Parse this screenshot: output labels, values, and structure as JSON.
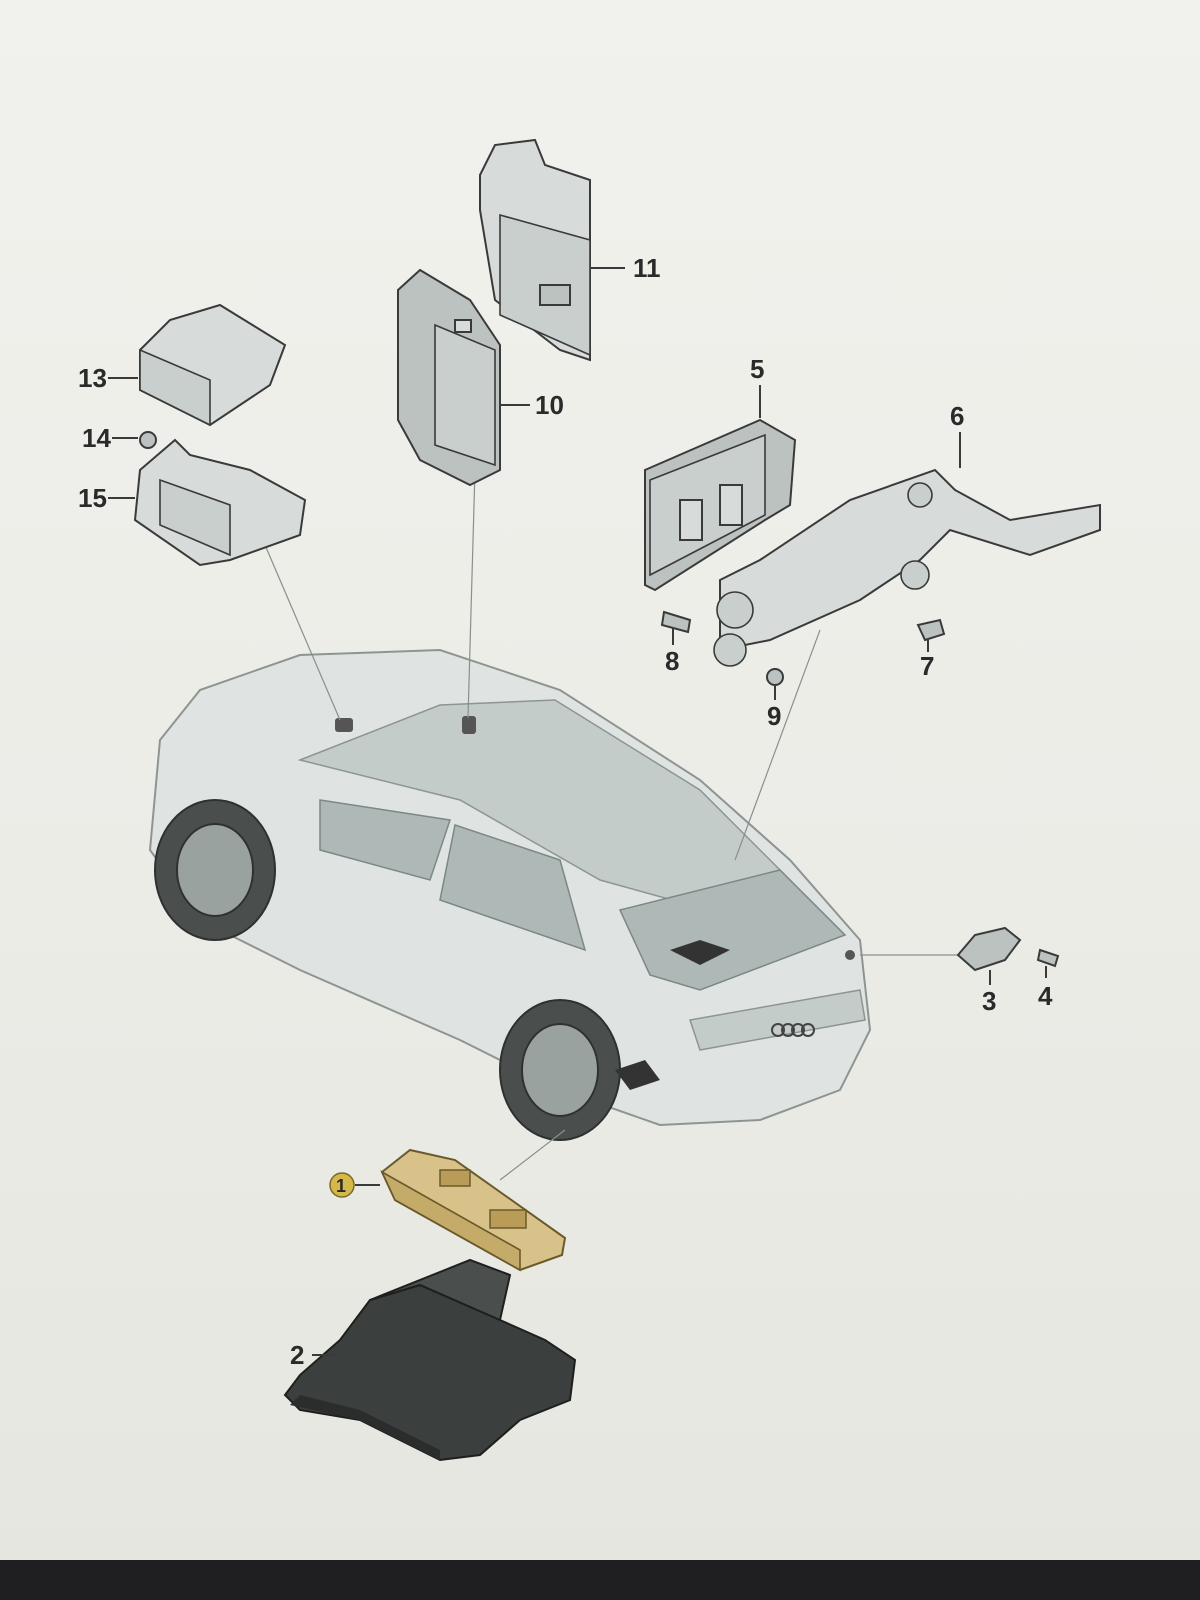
{
  "diagram": {
    "callouts": [
      "1",
      "2",
      "3",
      "4",
      "5",
      "6",
      "7",
      "8",
      "9",
      "10",
      "11",
      "13",
      "14",
      "15"
    ],
    "highlight_color": "#d8c28a",
    "highlighted_part": "1"
  }
}
